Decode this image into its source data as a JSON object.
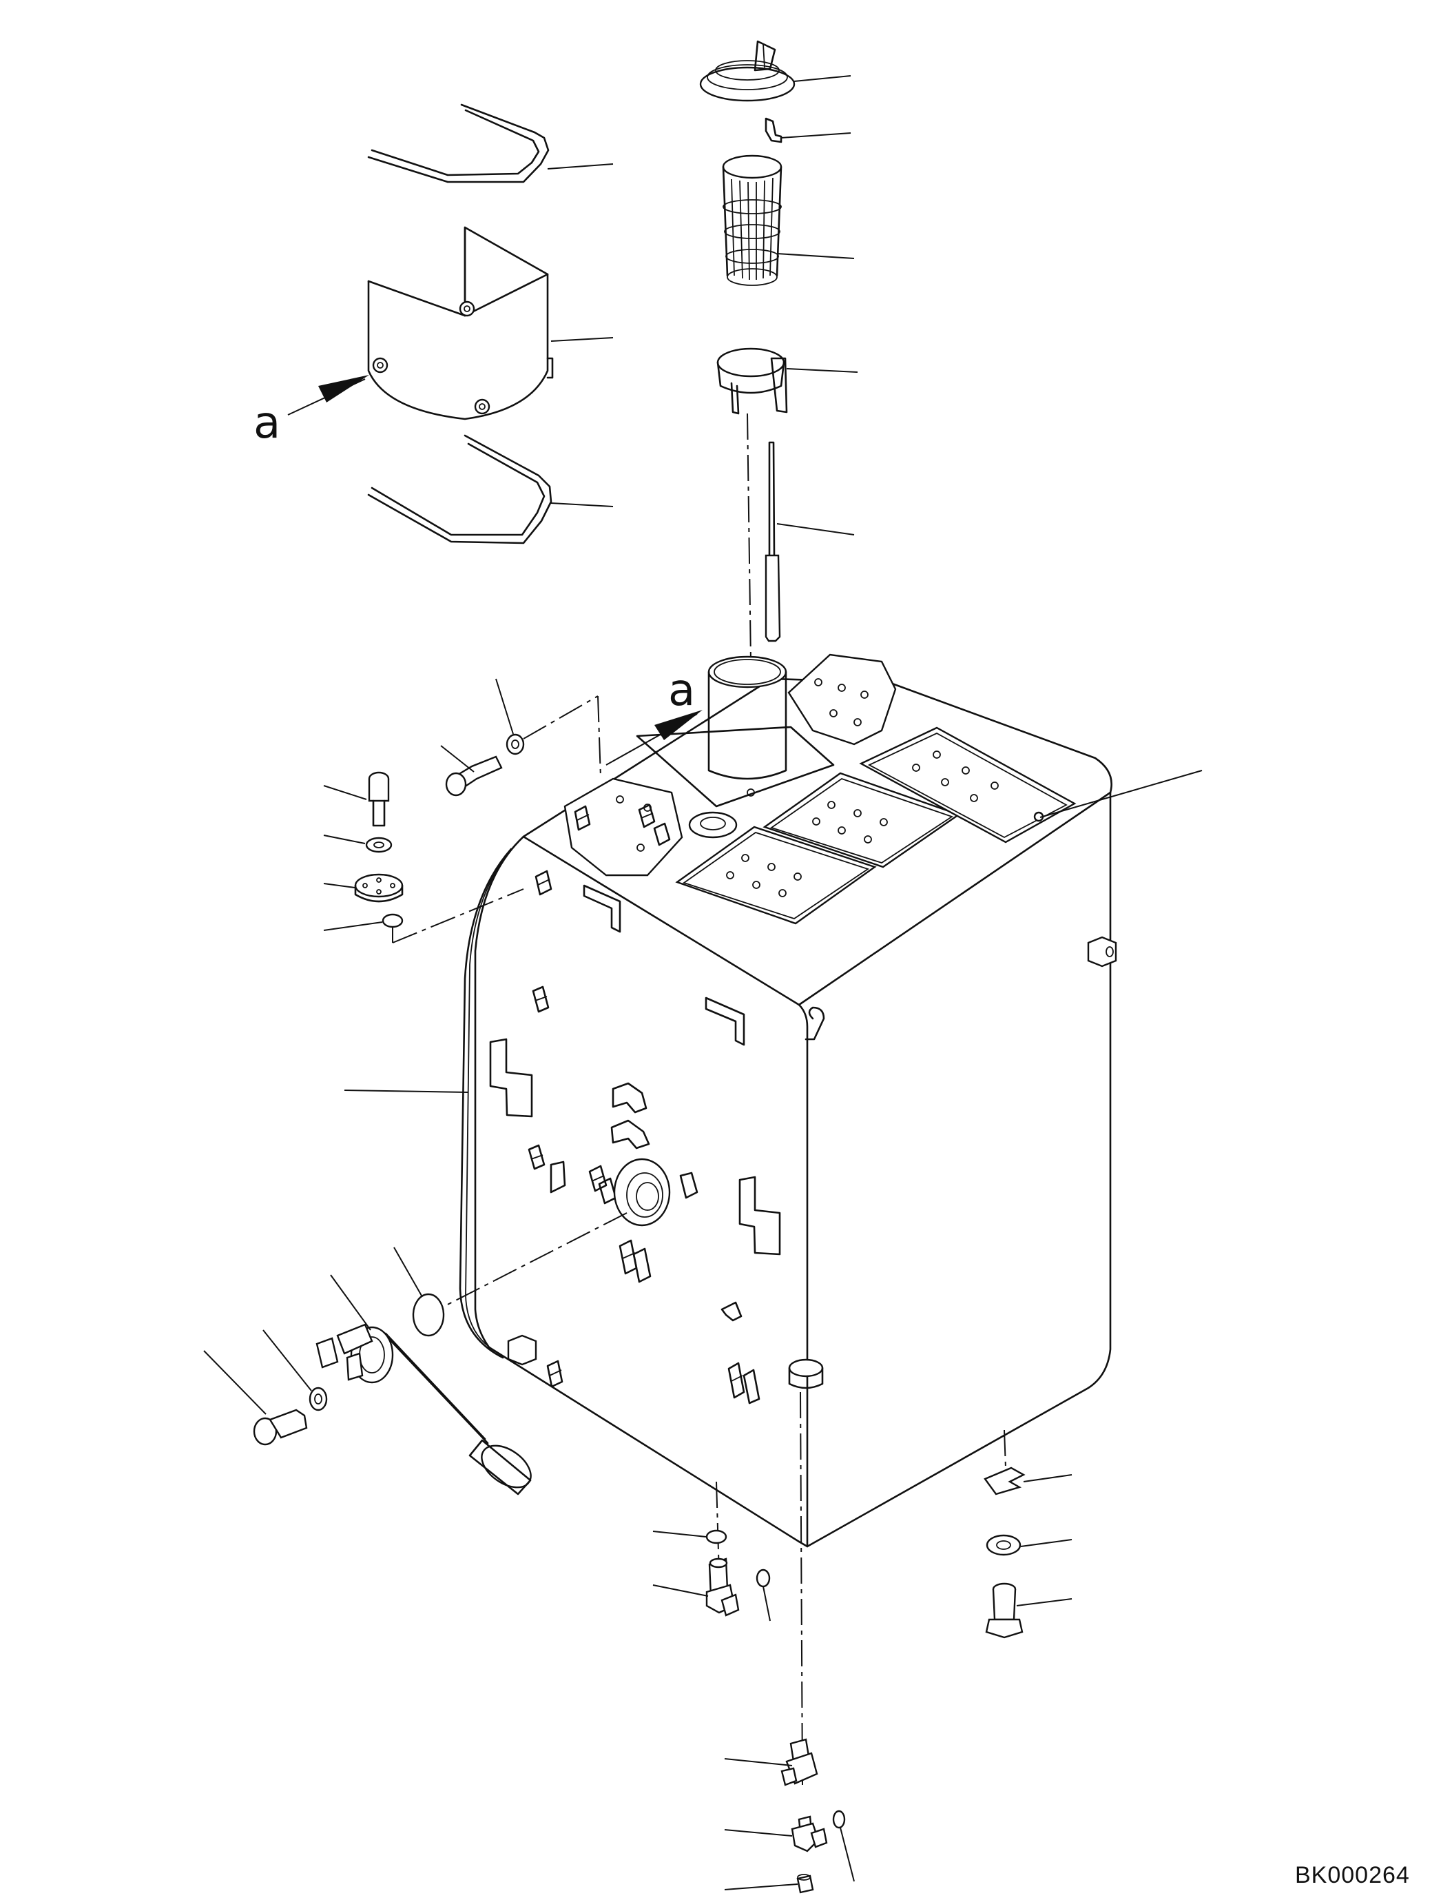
{
  "diagram": {
    "drawing_code": "BK000264",
    "view_marker_upper": "a",
    "view_marker_lower": "a"
  },
  "colors": {
    "line": "#111111",
    "background": "#ffffff"
  }
}
